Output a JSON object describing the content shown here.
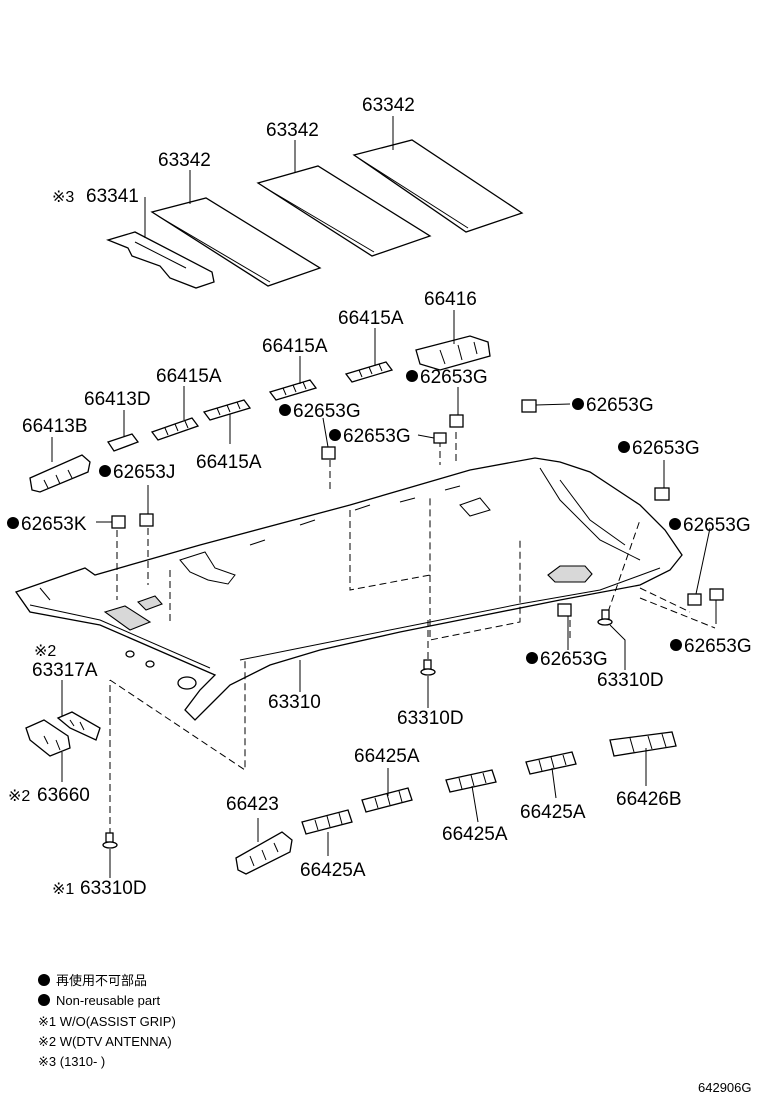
{
  "labels": {
    "p63342_a": "63342",
    "p63342_b": "63342",
    "p63342_c": "63342",
    "p63341": "63341",
    "mark_3": "※3",
    "p66416": "66416",
    "p66415A_1": "66415A",
    "p66415A_2": "66415A",
    "p66415A_3": "66415A",
    "p66415A_4": "66415A",
    "p66413D": "66413D",
    "p66413B": "66413B",
    "p62653G_1": "62653G",
    "p62653G_2": "62653G",
    "p62653G_3": "62653G",
    "p62653G_4": "62653G",
    "p62653G_5": "62653G",
    "p62653G_6": "62653G",
    "p62653G_7": "62653G",
    "p62653G_8": "62653G",
    "p62653J": "62653J",
    "p62653K": "62653K",
    "mark_2a": "※2",
    "p63317A": "63317A",
    "p63310": "63310",
    "p63310D_1": "63310D",
    "p63310D_2": "63310D",
    "p63310D_3": "63310D",
    "mark_1": "※1",
    "mark_2b": "※2",
    "p63660": "63660",
    "p66423": "66423",
    "p66425A_1": "66425A",
    "p66425A_2": "66425A",
    "p66425A_3": "66425A",
    "p66425A_4": "66425A",
    "p66426B": "66426B"
  },
  "legend": {
    "jp": "再使用不可部品",
    "en": "Non-reusable part",
    "note1": "※1 W/O(ASSIST GRIP)",
    "note2": "※2 W(DTV ANTENNA)",
    "note3": "※3 (1310-    )"
  },
  "diagram_code": "642906G"
}
